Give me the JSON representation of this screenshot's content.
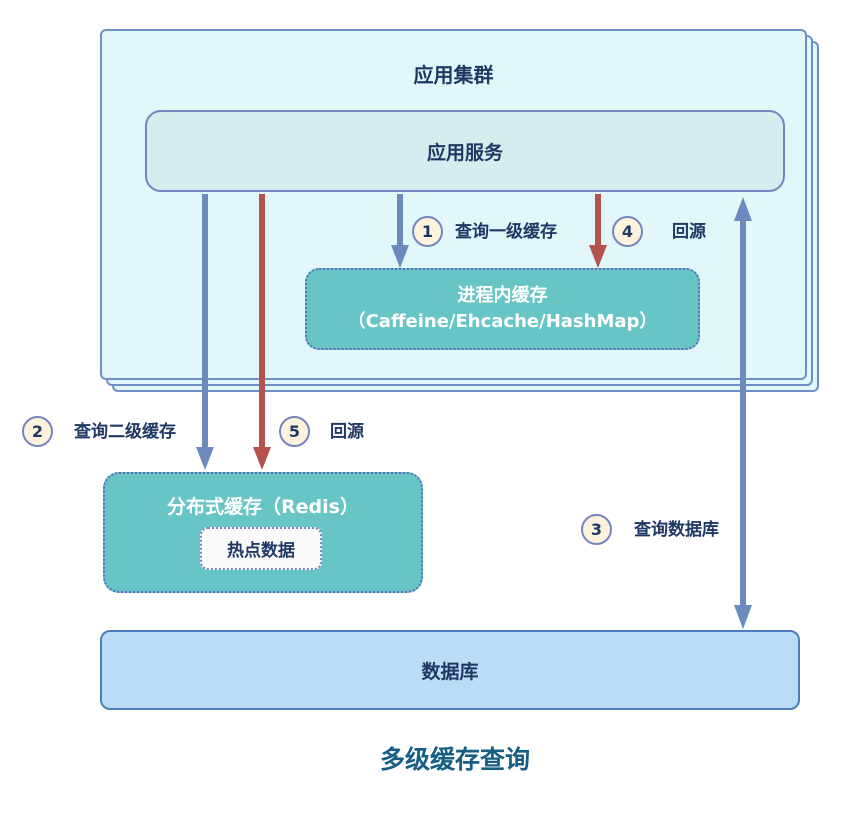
{
  "diagram": {
    "title": "多级缓存查询",
    "cluster": {
      "label": "应用集群"
    },
    "app_service": {
      "label": "应用服务"
    },
    "process_cache": {
      "label_line1": "进程内缓存",
      "label_line2": "（Caffeine/Ehcache/HashMap）"
    },
    "distributed_cache": {
      "label": "分布式缓存（Redis）",
      "inner_label": "热点数据"
    },
    "database": {
      "label": "数据库"
    },
    "steps": [
      {
        "num": "1",
        "label": "查询一级缓存",
        "arrow": "blue-down"
      },
      {
        "num": "2",
        "label": "查询二级缓存",
        "arrow": "blue-down"
      },
      {
        "num": "3",
        "label": "查询数据库",
        "arrow": "blue-bidirectional"
      },
      {
        "num": "4",
        "label": "回源",
        "arrow": "red-down"
      },
      {
        "num": "5",
        "label": "回源",
        "arrow": "red-down"
      }
    ],
    "colors": {
      "arrow_blue": "#6B8BBE",
      "arrow_red": "#B5524E",
      "teal_fill": "#68C5C5",
      "cluster_fill": "#E1F7FA",
      "app_service_fill": "#D5EDEF",
      "database_fill": "#B9DDF6",
      "badge_fill": "#FDF3DC",
      "border_blue": "#7585C2",
      "text_navy": "#1F3864",
      "title_color": "#175E85"
    }
  }
}
